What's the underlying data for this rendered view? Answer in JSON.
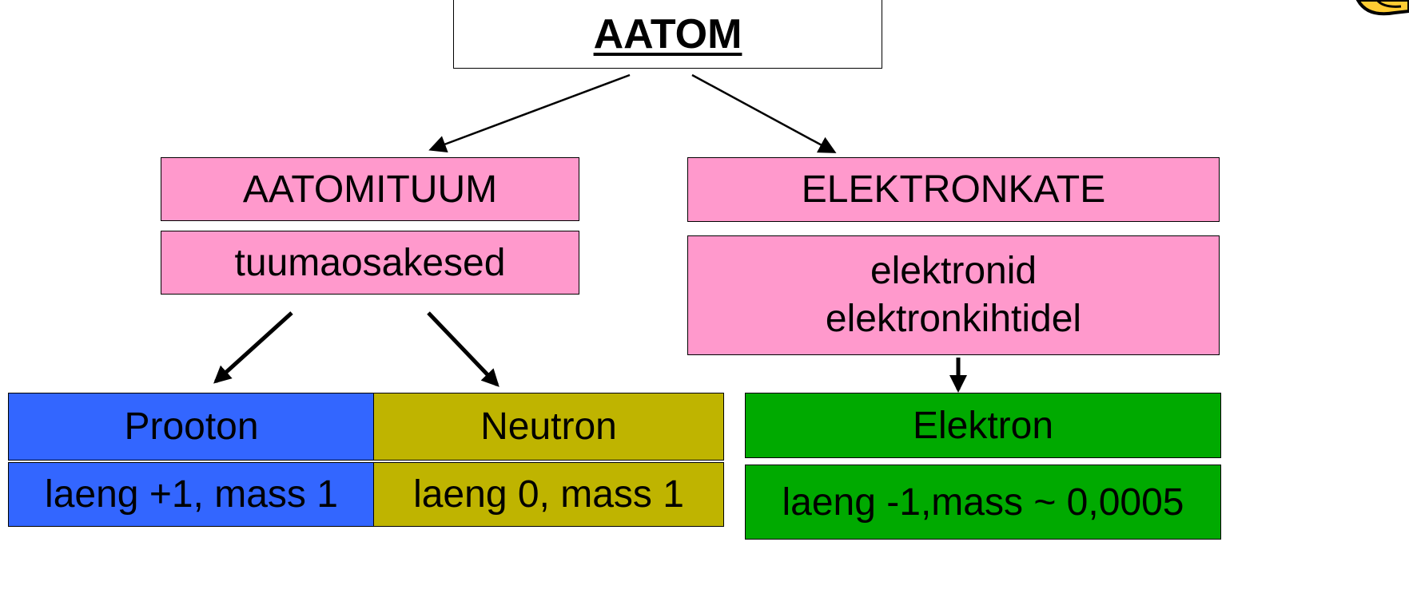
{
  "root": {
    "label": "AATOM"
  },
  "nucleus": {
    "title": "AATOMITUUM",
    "subtitle": "tuumaosakesed"
  },
  "shell": {
    "title": "ELEKTRONKATE",
    "subtitle_line1": "elektronid",
    "subtitle_line2": "elektronkihtidel"
  },
  "particles": {
    "proton": {
      "name": "Prooton",
      "props": "laeng +1, mass 1"
    },
    "neutron": {
      "name": "Neutron",
      "props": "laeng 0, mass 1"
    },
    "electron": {
      "name": "Elektron",
      "props": "laeng -1,mass ~ 0,0005"
    }
  },
  "colors": {
    "pink": "#ff99cc",
    "proton": "#3366ff",
    "neutron": "#bfb400",
    "electron": "#00aa00"
  }
}
